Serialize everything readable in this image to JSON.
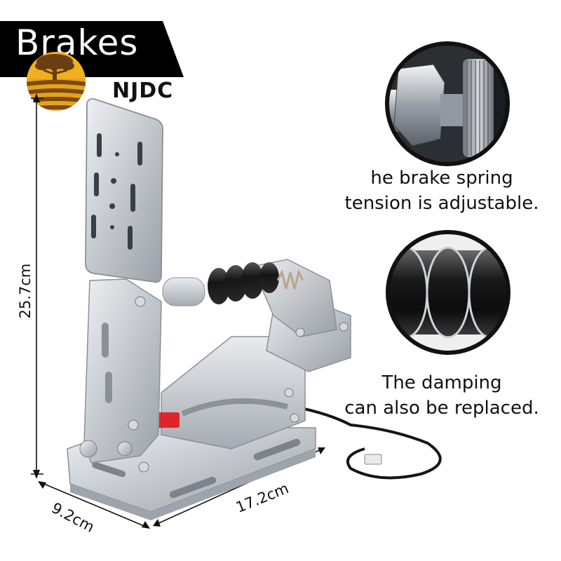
{
  "banner": {
    "title": "Brakes"
  },
  "brand": {
    "name": "NJDC"
  },
  "dimensions": {
    "height": "25.7cm",
    "width": "9.2cm",
    "length": "17.2cm"
  },
  "features": [
    {
      "lines": [
        "he brake spring",
        "tension is adjustable."
      ],
      "icon": "spring-adjuster-closeup"
    },
    {
      "lines": [
        "The damping",
        "can also be replaced."
      ],
      "icon": "damper-closeup"
    }
  ],
  "colors": {
    "banner": "#000000",
    "logo_gold": "#e7a21b",
    "logo_brown": "#6a3e10",
    "steel": "#c9ccd0",
    "accent_red": "#e0242b",
    "rubber": "#1b1b1b"
  }
}
